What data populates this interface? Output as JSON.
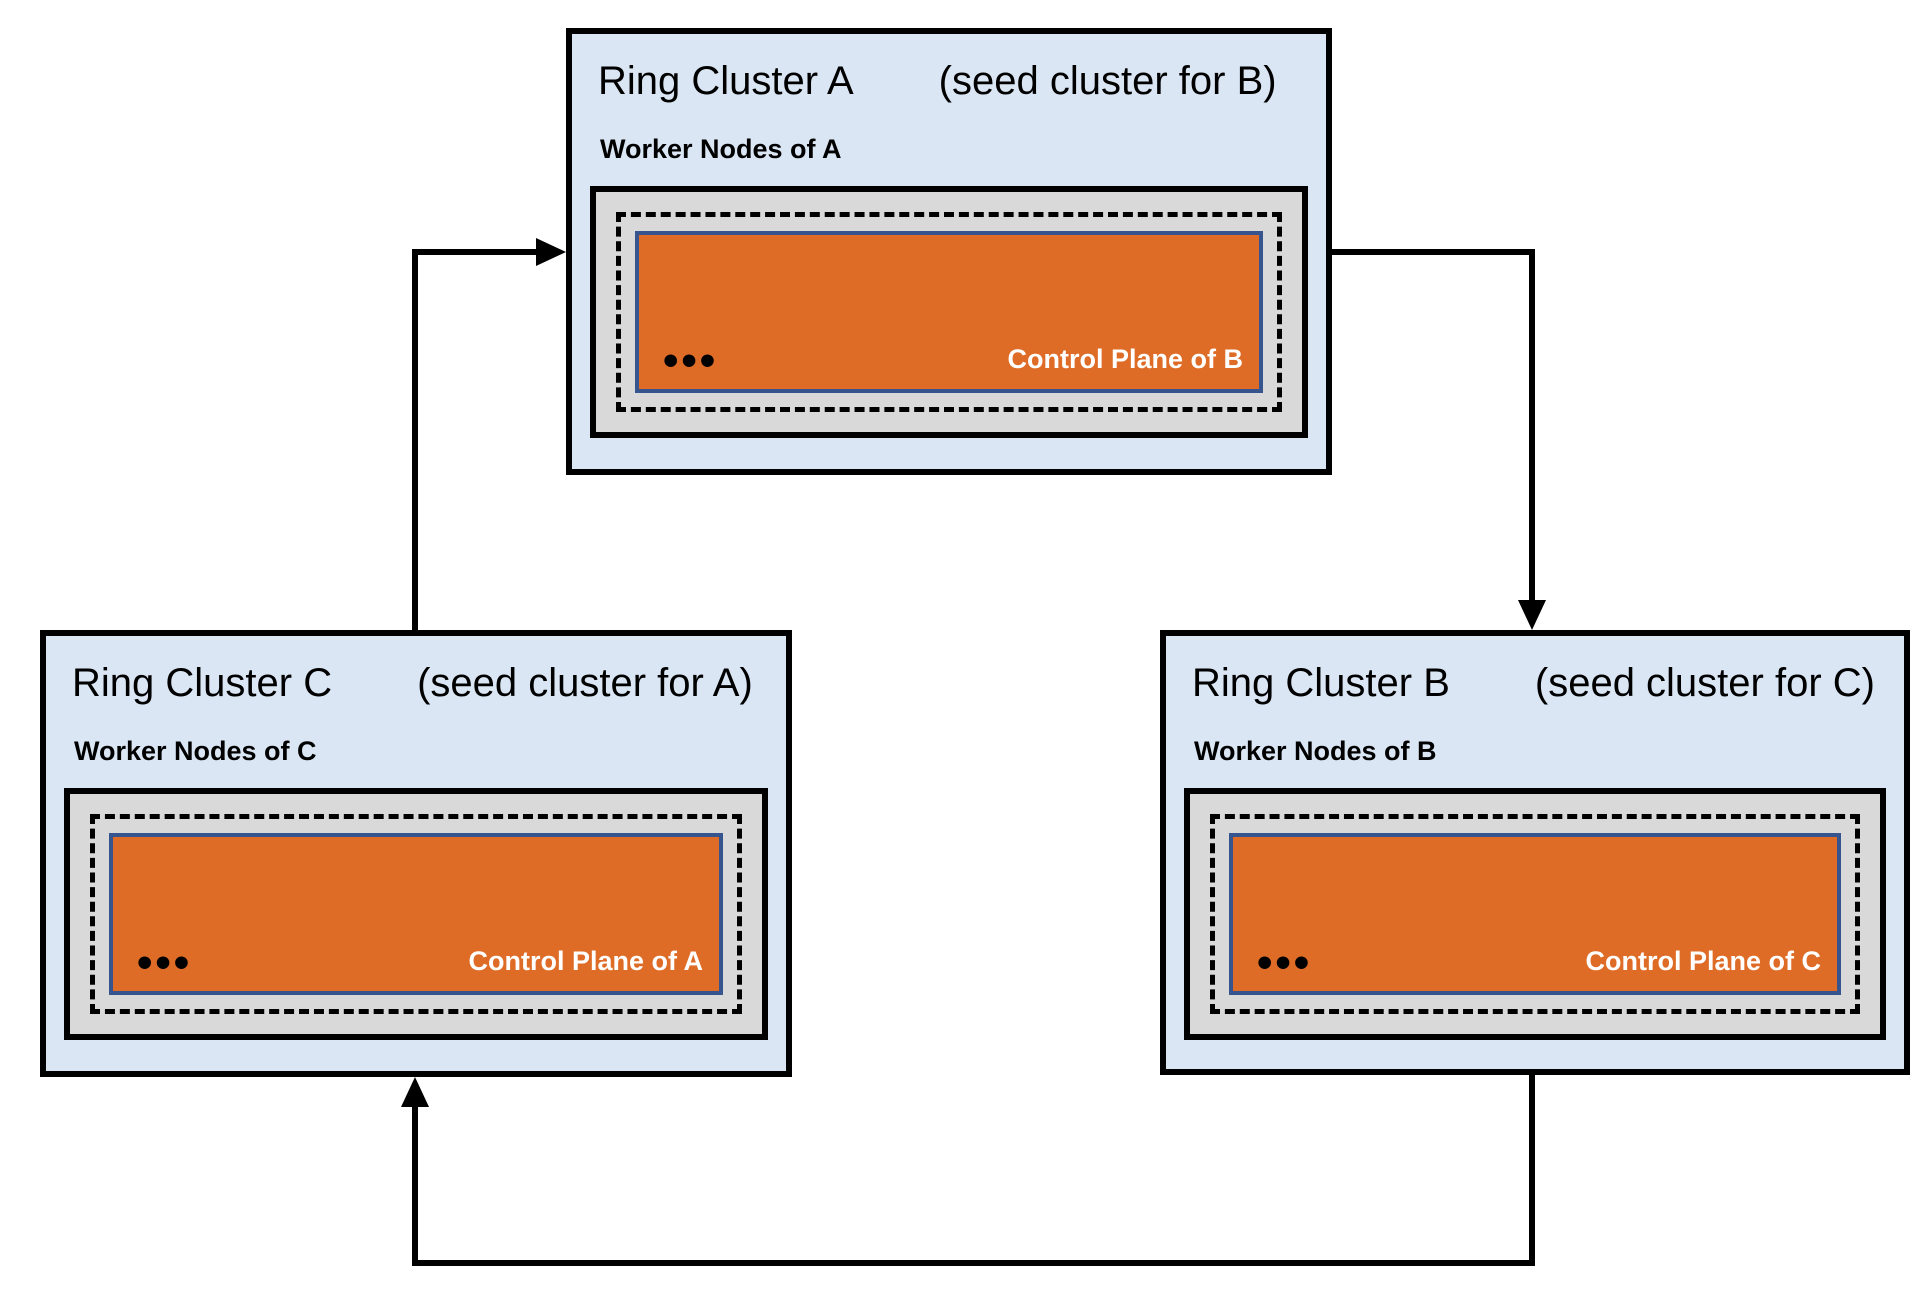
{
  "colors": {
    "cluster_fill": "#DAE6F3",
    "worker_fill": "#D9D9D9",
    "control_plane_fill": "#DF6C26",
    "control_plane_border": "#36558F",
    "control_plane_text": "#FFFFFF",
    "border": "#000000",
    "connector": "#000000",
    "text": "#000000"
  },
  "clusters": [
    {
      "key": "A",
      "title": "Ring Cluster A",
      "subtitle": "(seed cluster for B)",
      "worker_label": "Worker Nodes of A",
      "control_plane_label": "Control Plane of B",
      "ellipsis": "•••"
    },
    {
      "key": "C",
      "title": "Ring Cluster C",
      "subtitle": "(seed cluster for A)",
      "worker_label": "Worker Nodes of C",
      "control_plane_label": "Control Plane of A",
      "ellipsis": "•••"
    },
    {
      "key": "B",
      "title": "Ring Cluster B",
      "subtitle": "(seed cluster for C)",
      "worker_label": "Worker Nodes of B",
      "control_plane_label": "Control Plane of C",
      "ellipsis": "•••"
    }
  ],
  "connections": [
    {
      "from": "C",
      "to": "A"
    },
    {
      "from": "A",
      "to": "B"
    },
    {
      "from": "B",
      "to": "C"
    }
  ]
}
